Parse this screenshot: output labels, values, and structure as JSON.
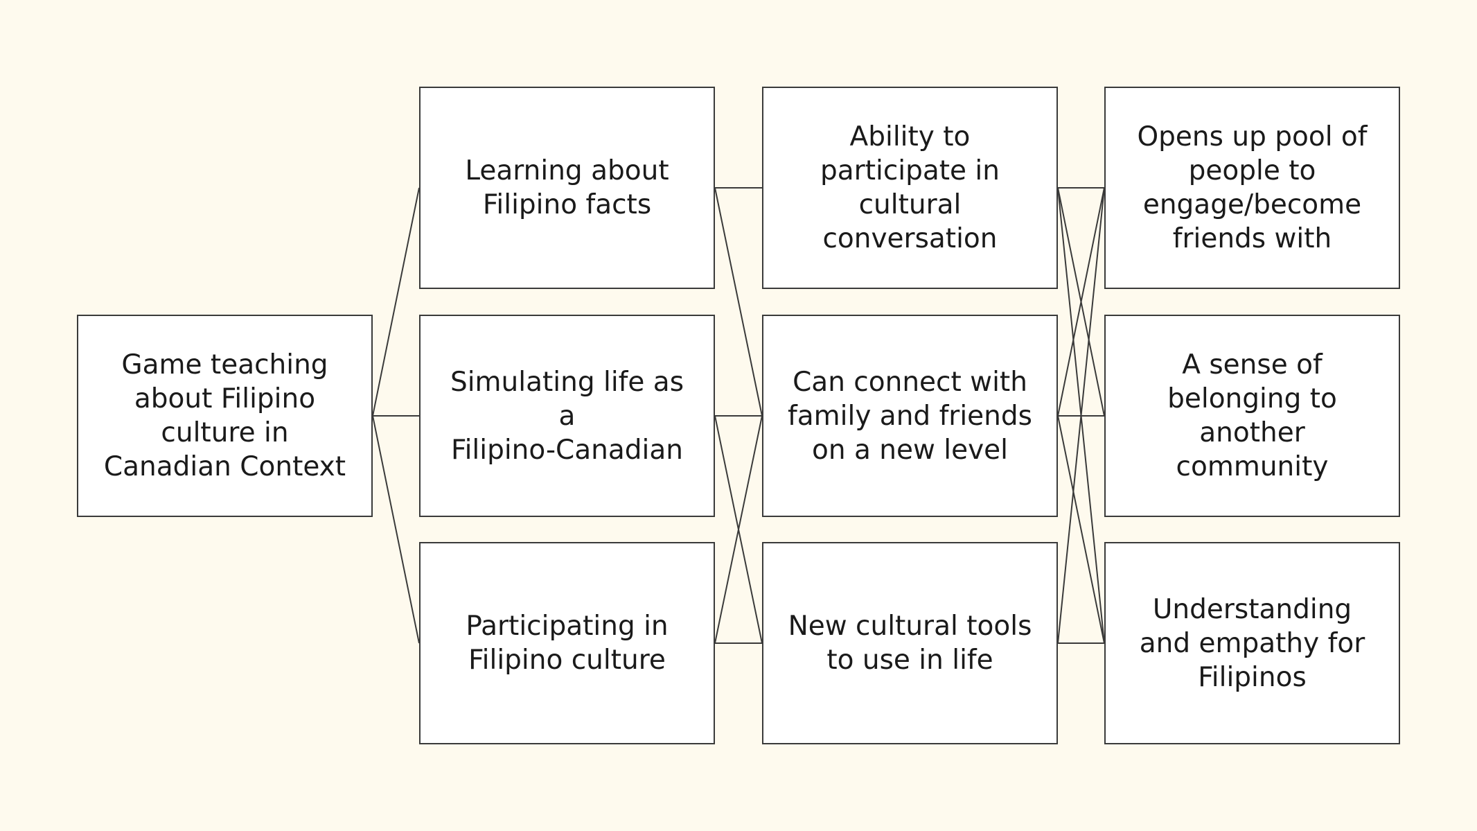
{
  "colors": {
    "background": "#fefaee",
    "box_fill": "#ffffff",
    "box_border": "#3a3a3a",
    "line": "#3a3a3a",
    "text": "#1a1a1a"
  },
  "nodes": {
    "root": "Game teaching\nabout Filipino\nculture in\nCanadian Context",
    "learning": "Learning about\nFilipino facts",
    "simulating": "Simulating life as\na\nFilipino-Canadian",
    "participating": "Participating in\nFilipino culture",
    "ability": "Ability to\nparticipate in\ncultural\nconversation",
    "connect": "Can connect with\nfamily and friends\non a new level",
    "tools": "New cultural tools\nto use in life",
    "opens": "Opens up pool of\npeople to\nengage/become\nfriends with",
    "belonging": "A sense of\nbelonging to\nanother\ncommunity",
    "understanding": "Understanding\nand empathy for\nFilipinos"
  },
  "edges": [
    [
      "root",
      "learning"
    ],
    [
      "root",
      "simulating"
    ],
    [
      "root",
      "participating"
    ],
    [
      "learning",
      "ability"
    ],
    [
      "learning",
      "connect"
    ],
    [
      "simulating",
      "connect"
    ],
    [
      "simulating",
      "tools"
    ],
    [
      "participating",
      "connect"
    ],
    [
      "participating",
      "tools"
    ],
    [
      "ability",
      "opens"
    ],
    [
      "ability",
      "belonging"
    ],
    [
      "ability",
      "understanding"
    ],
    [
      "connect",
      "opens"
    ],
    [
      "connect",
      "belonging"
    ],
    [
      "connect",
      "understanding"
    ],
    [
      "tools",
      "opens"
    ],
    [
      "tools",
      "understanding"
    ]
  ]
}
